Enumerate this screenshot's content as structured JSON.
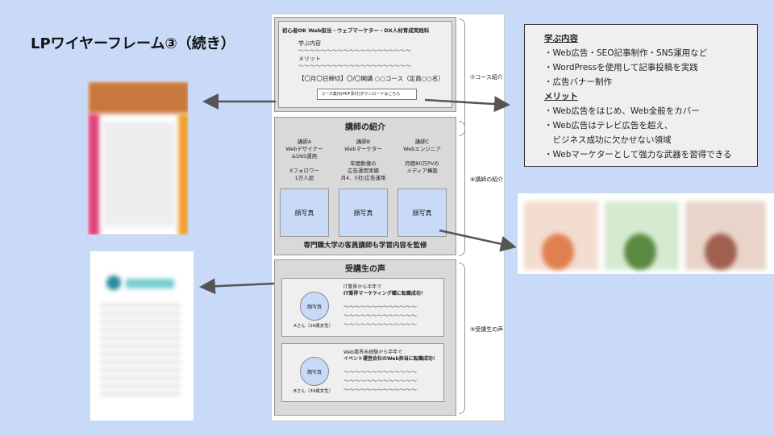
{
  "title": "LPワイヤーフレーム③（続き）",
  "course": {
    "heading": "初心者OK  Web担当・ウェブマーケター・DX人材育成実践科",
    "learn_label": "学ぶ内容",
    "wave": "～～～～～～～～～～～～～～～～～～～～",
    "merit_label": "メリット",
    "schedule": "【〇月〇日締切】〇/〇開講 ○○コース（定員○○名）",
    "download_button": "コース案内(PDF添付)ダウンロードはこちら",
    "section_label": "⑦コース紹介"
  },
  "instructors": {
    "heading": "講師の紹介",
    "items": [
      {
        "lines": [
          "講師A",
          "Webデザイナー",
          "&SNS運用",
          "",
          "Xフォロワー",
          "1万人超"
        ],
        "photo": "顔写真"
      },
      {
        "lines": [
          "講師B",
          "Webマーケター",
          "",
          "年間数億の",
          "広告運用実績",
          "月4、5社/広告運用"
        ],
        "photo": "顔写真"
      },
      {
        "lines": [
          "講師C",
          "Webエンジニア",
          "",
          "月間80万PVの",
          "メディア構築"
        ],
        "photo": "顔写真"
      }
    ],
    "footer": "専門職大学の客員講師も学習内容を監修",
    "section_label": "⑧講師の紹介"
  },
  "voices": {
    "heading": "受講生の声",
    "items": [
      {
        "photo": "顔写真",
        "name": "Aさん（26歳女性）",
        "lead": "IT業界から半年で",
        "headline": "IT業界マーケティング職に転職成功！"
      },
      {
        "photo": "顔写真",
        "name": "Bさん（39歳女性）",
        "lead": "Web業界未経験から半年で",
        "headline": "イベント運営会社のWeb担当に転職成功！"
      }
    ],
    "wave": "～～～～～～～～～～～～～",
    "section_label": "⑨受講生の声"
  },
  "info": {
    "learn_title": "学ぶ内容",
    "learn": [
      "・Web広告・SEO記事制作・SNS運用など",
      "・WordPressを使用して記事投稿を実践",
      "・広告バナー制作"
    ],
    "merit_title": "メリット",
    "merit": [
      "・Web広告をはじめ、Web全般をカバー",
      "・Web広告はテレビ広告を超え、",
      "　ビジネス成功に欠かせない領域",
      "・Webマーケターとして強力な武器を習得できる"
    ]
  },
  "colors": {
    "background": "#c9daf8",
    "photo": "#c9daf8",
    "arrow": "#555555"
  }
}
